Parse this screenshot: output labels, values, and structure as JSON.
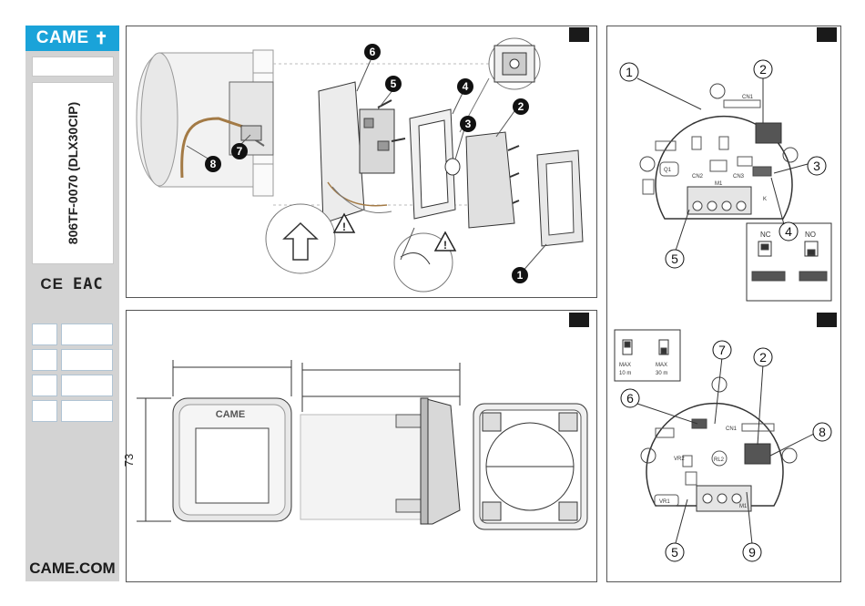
{
  "brand": {
    "logo_text": "CAME",
    "site": "CAME.COM"
  },
  "product": {
    "code": "806TF-0070 (DLX30CIP)"
  },
  "marks": {
    "ce": "CE",
    "eac": "EAC"
  },
  "exploded": {
    "callouts": [
      "6",
      "5",
      "4",
      "3",
      "2",
      "8",
      "7",
      "1"
    ]
  },
  "dimensions": {
    "height_label": "73",
    "front_logo": "CAME"
  },
  "board_top": {
    "callouts": [
      "1",
      "2",
      "3",
      "4",
      "5"
    ],
    "chips": [
      "CN1",
      "CN2",
      "CN3",
      "Q1",
      "M1",
      "K"
    ],
    "contact_nc": "NC",
    "contact_no": "NO"
  },
  "board_bottom": {
    "callouts": [
      "7",
      "2",
      "6",
      "8",
      "5",
      "9"
    ],
    "legend": [
      {
        "label": "MAX",
        "value": "10 m"
      },
      {
        "label": "MAX",
        "value": "30 m"
      }
    ],
    "chips": [
      "CN1",
      "VR1",
      "VR2",
      "RL2",
      "M1"
    ]
  }
}
